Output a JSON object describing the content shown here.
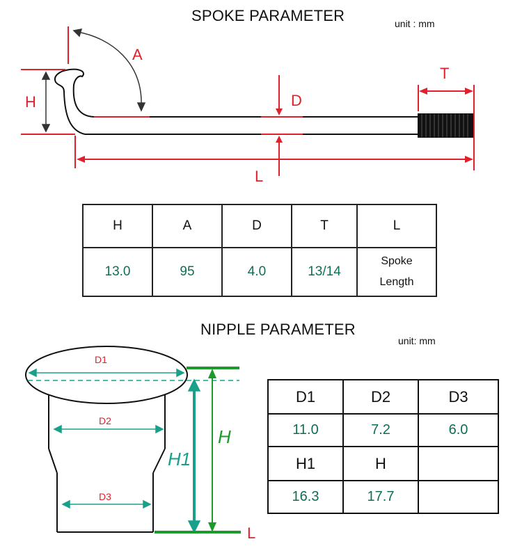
{
  "spoke": {
    "title": "SPOKE PARAMETER",
    "unit": "unit : mm",
    "labels": {
      "A": "A",
      "H": "H",
      "D": "D",
      "T": "T",
      "L": "L"
    },
    "table": {
      "headers": [
        "H",
        "A",
        "D",
        "T",
        "L"
      ],
      "values": [
        "13.0",
        "95",
        "4.0",
        "13/14"
      ],
      "length_note_line1": "Spoke",
      "length_note_line2": "Length"
    }
  },
  "nipple": {
    "title": "NIPPLE PARAMETER",
    "unit": "unit: mm",
    "labels": {
      "D1": "D1",
      "D2": "D2",
      "D3": "D3",
      "H": "H",
      "H1": "H1",
      "L": "L"
    },
    "table": {
      "row1_headers": [
        "D1",
        "D2",
        "D3"
      ],
      "row1_values": [
        "11.0",
        "7.2",
        "6.0"
      ],
      "row2_headers": [
        "H1",
        "H",
        ""
      ],
      "row2_values": [
        "16.3",
        "17.7",
        ""
      ]
    }
  },
  "colors": {
    "dimension_red": "#e0202a",
    "dimension_teal": "#19a08a",
    "dimension_green": "#1c9a2c",
    "value_text": "#0e6f55"
  }
}
